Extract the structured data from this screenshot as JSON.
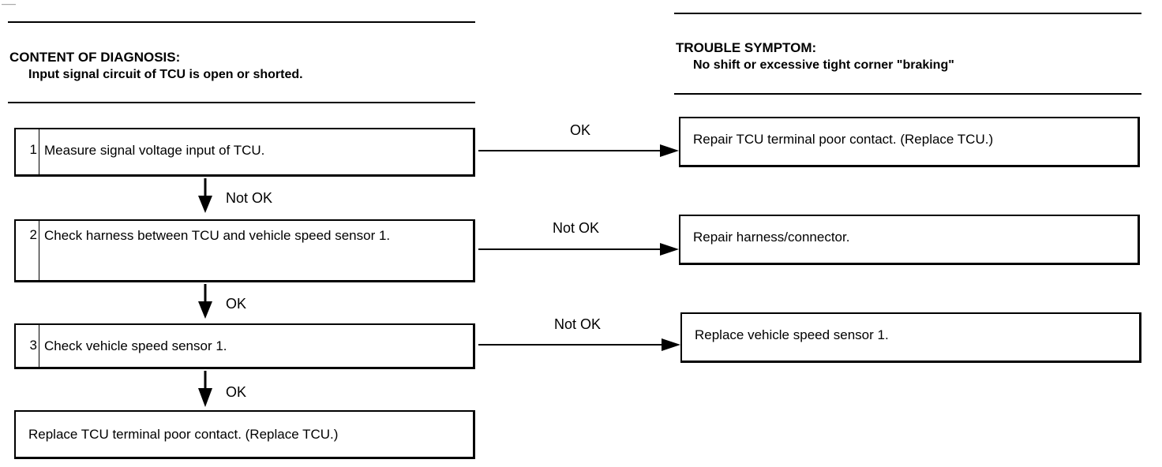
{
  "top_mark": "——",
  "diagnosis": {
    "heading": "CONTENT OF DIAGNOSIS:",
    "detail": "Input signal circuit of TCU is open or shorted."
  },
  "symptom": {
    "heading": "TROUBLE SYMPTOM:",
    "detail": "No shift or excessive tight corner \"braking\""
  },
  "steps": [
    {
      "number": "1",
      "text": "Measure signal voltage input of TCU."
    },
    {
      "number": "2",
      "text": "Check harness between TCU and vehicle speed sensor 1."
    },
    {
      "number": "3",
      "text": "Check vehicle speed sensor 1."
    }
  ],
  "down_labels": [
    "Not OK",
    "OK",
    "OK"
  ],
  "right_labels": [
    "OK",
    "Not OK",
    "Not OK"
  ],
  "results": [
    "Repair TCU terminal poor contact. (Replace TCU.)",
    "Repair harness/connector.",
    "Replace vehicle speed sensor 1."
  ],
  "final_result": "Replace TCU terminal poor contact. (Replace TCU.)"
}
